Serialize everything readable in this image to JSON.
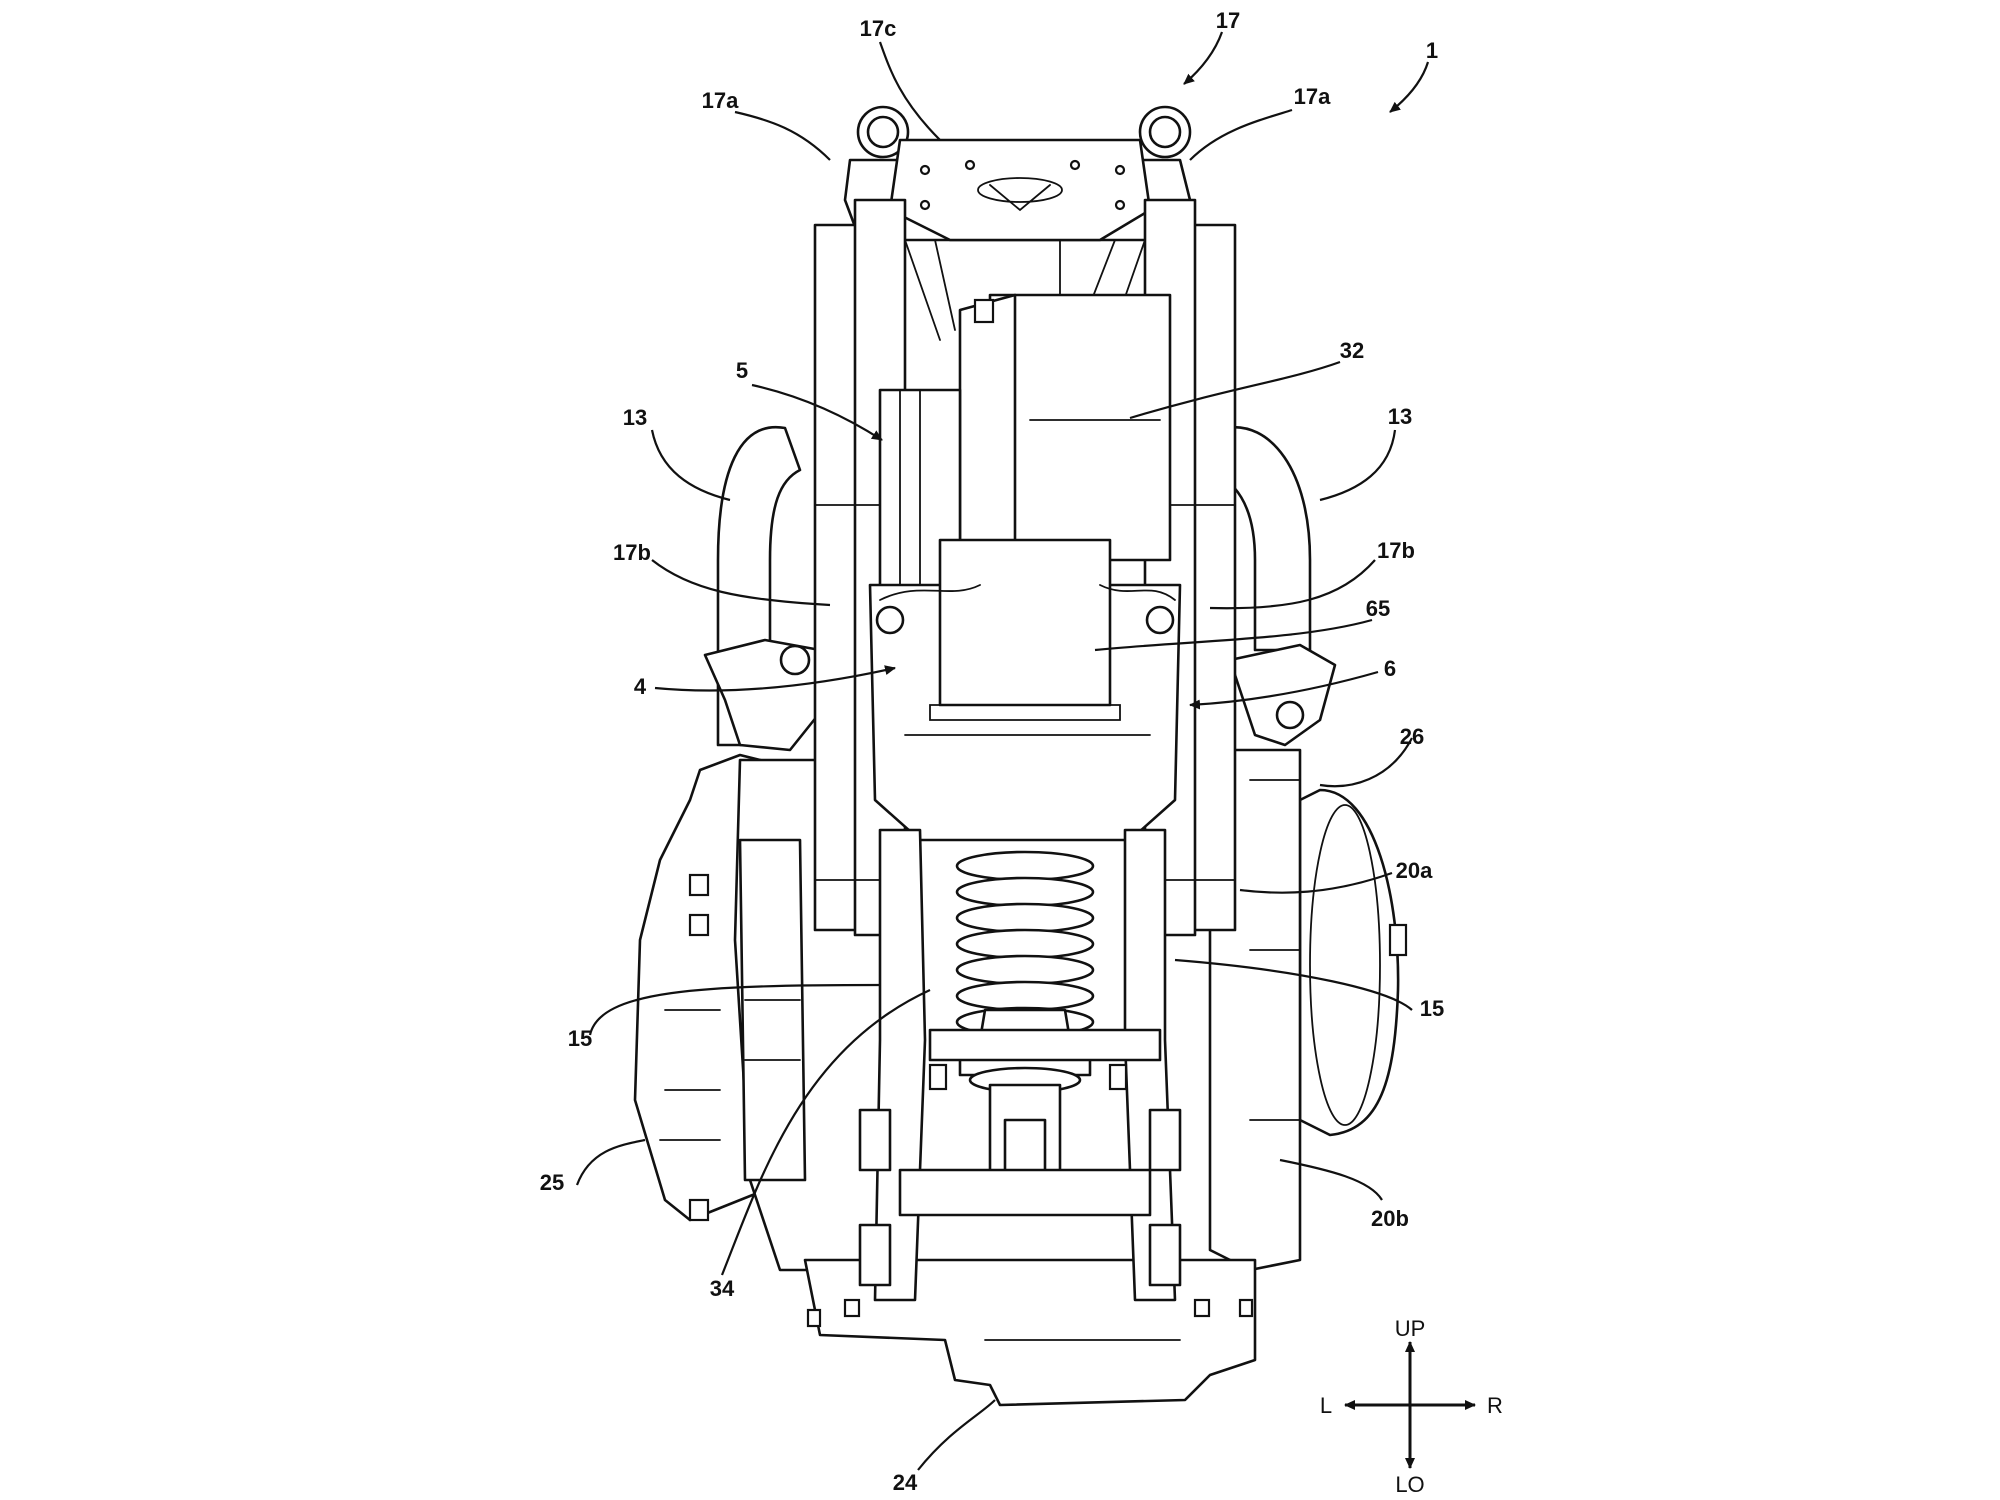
{
  "labels": {
    "l1": "1",
    "l17": "17",
    "l17c": "17c",
    "l17a_left": "17a",
    "l17a_right": "17a",
    "l32": "32",
    "l5": "5",
    "l13_left": "13",
    "l13_right": "13",
    "l17b_left": "17b",
    "l17b_right": "17b",
    "l65": "65",
    "l4": "4",
    "l6": "6",
    "l26": "26",
    "l20a": "20a",
    "l15_left": "15",
    "l15_right": "15",
    "l25": "25",
    "l20b": "20b",
    "l34": "34",
    "l24": "24"
  },
  "directions": {
    "up": "UP",
    "down": "LO",
    "left": "L",
    "right": "R"
  }
}
